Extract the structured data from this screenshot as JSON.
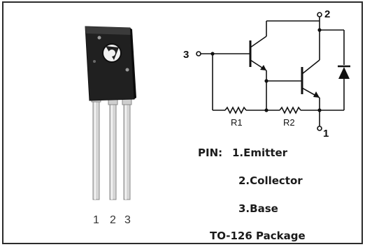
{
  "package_pin_numbers": [
    "1",
    "2",
    "3"
  ],
  "circuit": {
    "terminals": {
      "base": "3",
      "collector": "2",
      "emitter": "1"
    },
    "resistors": [
      "R1",
      "R2"
    ]
  },
  "pin_info": {
    "heading": "PIN:",
    "pins": [
      "1.Emitter",
      "2.Collector",
      "3.Base"
    ],
    "package": "TO-126 Package"
  },
  "colors": {
    "border": "#2b2b2b",
    "body": "#1f1f1f",
    "lead": "#d9d9d9",
    "text": "#1a1a1a"
  }
}
